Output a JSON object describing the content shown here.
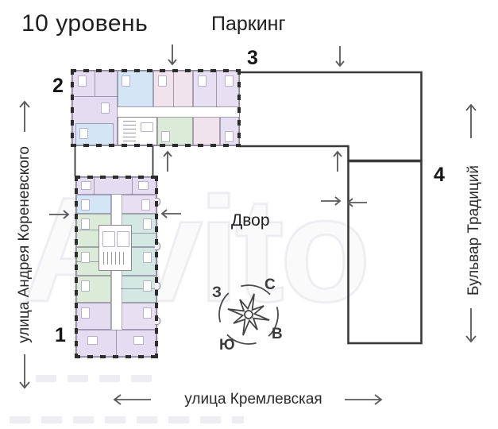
{
  "header": {
    "title": "10 уровень",
    "parking_label": "Паркинг"
  },
  "courtyard": {
    "label": "Двор"
  },
  "buildings": {
    "b1": {
      "number": "1"
    },
    "b2": {
      "number": "2"
    },
    "b3": {
      "number": "3"
    },
    "b4": {
      "number": "4"
    }
  },
  "streets": {
    "left": "улица Андрея Кореневского",
    "right": "Бульвар Традиций",
    "bottom": "улица Кремлевская"
  },
  "compass": {
    "north": "С",
    "east": "В",
    "south": "Ю",
    "west": "З"
  },
  "watermark": {
    "text": "Avito"
  },
  "palette": {
    "wall": "#3a3a3a",
    "tick": "#2d2d2d",
    "arrow": "#58595b",
    "lavender": "#e4ddf1",
    "lavender_light": "#e7e0f2",
    "blue": "#d4e6f6",
    "green": "#dcead8",
    "teal": "#d4e8e3",
    "pink": "#f0e3eb",
    "text": "#1f1f1f"
  }
}
